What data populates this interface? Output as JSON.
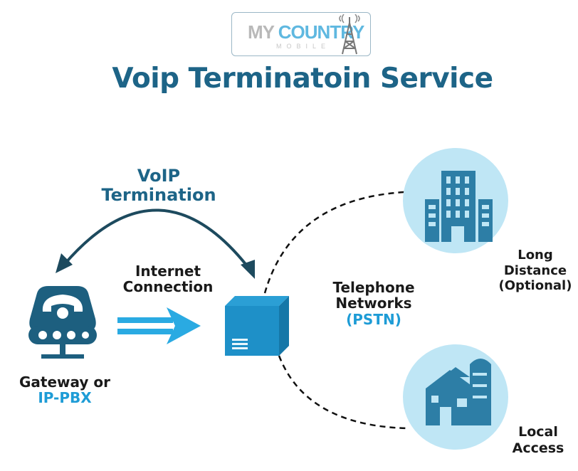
{
  "logo": {
    "brand_main": "MY COUNTRY",
    "brand_sub": "MOBILE"
  },
  "title": "Voip Terminatoin Service",
  "labels": {
    "voip_line1": "VoIP",
    "voip_line2": "Termination",
    "internet_line1": "Internet",
    "internet_line2": "Connection",
    "telephone_line1": "Telephone",
    "telephone_line2": "Networks",
    "telephone_line3": "(PSTN)",
    "gateway_line1": "Gateway or",
    "gateway_line2": "IP-PBX",
    "long_line1": "Long",
    "long_line2": "Distance",
    "long_line3": "(Optional)",
    "local_line1": "Local",
    "local_line2": "Access"
  },
  "colors": {
    "title": "#1d6487",
    "accent_blue": "#1e9cd6",
    "icon_dark": "#1d5f7f",
    "circle_fill": "#bfe6f5",
    "building_fill": "#2d7ea6"
  },
  "icons": [
    "logo-tower-icon",
    "gateway-phone-icon",
    "arrow-right-icon",
    "server-box-icon",
    "office-building-icon",
    "house-icon"
  ]
}
